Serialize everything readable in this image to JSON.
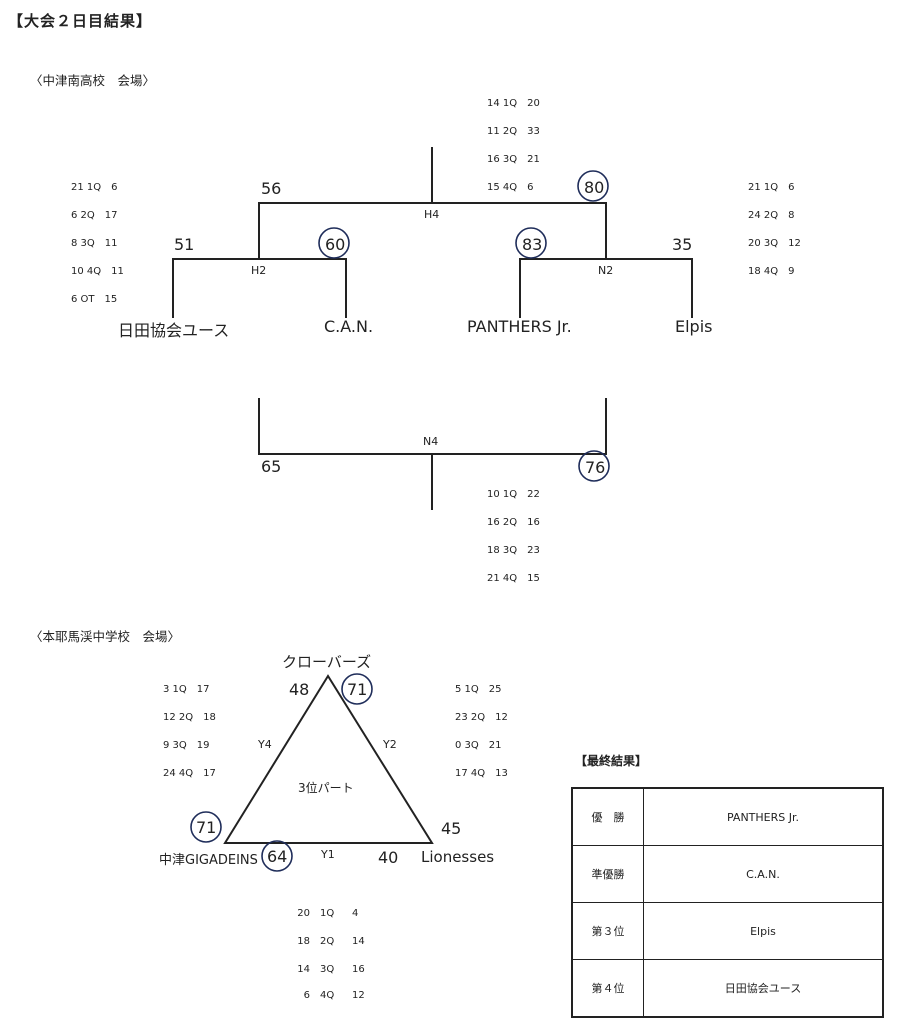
{
  "page_title": "【大会２日目結果】",
  "venue1": {
    "label": "〈中津南高校　会場〉",
    "teams": [
      "日田協会ユース",
      "C.A.N.",
      "PANTHERS Jr.",
      "Elpis"
    ],
    "game_h2": {
      "code": "H2",
      "left_score": "51",
      "right_score": "60",
      "quarters": [
        "21 1Q　6",
        "6 2Q　17",
        "8 3Q　11",
        "10 4Q　11",
        "6 OT　15"
      ]
    },
    "game_n2": {
      "code": "N2",
      "left_score": "83",
      "right_score": "35",
      "quarters": [
        "21 1Q　6",
        "24 2Q　8",
        "20 3Q　12",
        "18 4Q　9"
      ]
    },
    "game_h4": {
      "code": "H4",
      "left_score": "56",
      "right_score": "80",
      "quarters": [
        "14 1Q　20",
        "11 2Q　33",
        "16 3Q　21",
        "15 4Q　6"
      ]
    },
    "game_n4": {
      "code": "N4",
      "left_score": "65",
      "right_score": "76",
      "quarters": [
        "10 1Q　22",
        "16 2Q　16",
        "18 3Q　23",
        "21 4Q　15"
      ]
    }
  },
  "venue2": {
    "label": "〈本耶馬渓中学校　会場〉",
    "teams": {
      "top": "クローバーズ",
      "left": "中津GIGADEINS",
      "right": "Lionesses"
    },
    "center_label": "3位パート",
    "game_y4": {
      "code": "Y4",
      "top_score": "48",
      "left_score": "71",
      "quarters": [
        "3 1Q　17",
        "12 2Q　18",
        "9 3Q　19",
        "24 4Q　17"
      ]
    },
    "game_y2": {
      "code": "Y2",
      "top_score": "71",
      "right_score": "45",
      "quarters": [
        "5 1Q　25",
        "23 2Q　12",
        "0 3Q　21",
        "17 4Q　13"
      ]
    },
    "game_y1": {
      "code": "Y1",
      "left_score": "64",
      "right_score": "40",
      "quarters": [
        {
          "left": "20",
          "q": "1Q",
          "right": "4"
        },
        {
          "left": "18",
          "q": "2Q",
          "right": "14"
        },
        {
          "left": "14",
          "q": "3Q",
          "right": "16"
        },
        {
          "left": "6",
          "q": "4Q",
          "right": "12"
        }
      ]
    }
  },
  "final_results": {
    "title": "【最終結果】",
    "rows": [
      {
        "rank": "優　勝",
        "team": "PANTHERS Jr."
      },
      {
        "rank": "準優勝",
        "team": "C.A.N."
      },
      {
        "rank": "第３位",
        "team": "Elpis"
      },
      {
        "rank": "第４位",
        "team": "日田協会ユース"
      }
    ]
  },
  "colors": {
    "lines": "#222222",
    "winner_circle": "#1f2d5a"
  }
}
